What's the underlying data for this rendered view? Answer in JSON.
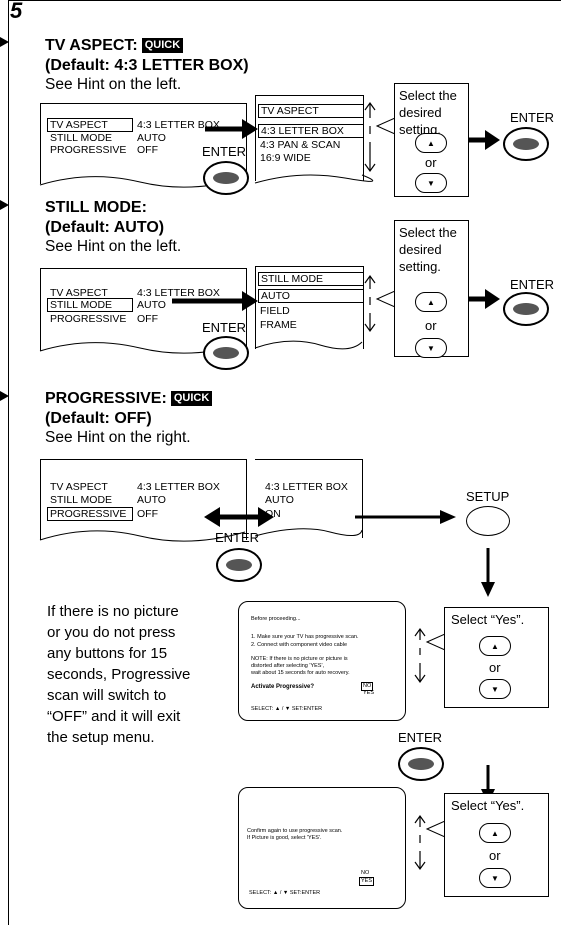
{
  "step_number": "5",
  "quick_badge": "QUICK",
  "enter_label": "ENTER",
  "setup_label": "SETUP",
  "or_label": "or",
  "select_desired": [
    "Select the",
    "desired",
    "setting."
  ],
  "select_yes": "Select “Yes”.",
  "menu": {
    "tv_aspect": "TV ASPECT",
    "still_mode": "STILL MODE",
    "progressive": "PROGRESSIVE",
    "letter_box": "4:3 LETTER BOX",
    "pan_scan": "4:3 PAN & SCAN",
    "wide": "16:9 WIDE",
    "auto": "AUTO",
    "field": "FIELD",
    "frame": "FRAME",
    "off": "OFF",
    "on": "ON"
  },
  "sections": {
    "tv_aspect": {
      "title": "TV ASPECT:",
      "default": "(Default: 4:3 LETTER BOX)",
      "hint": "See Hint on the left."
    },
    "still_mode": {
      "title": "STILL MODE:",
      "default": "(Default: AUTO)",
      "hint": "See Hint on the left."
    },
    "progressive": {
      "title": "PROGRESSIVE:",
      "default": "(Default: OFF)",
      "hint": "See Hint on the right."
    }
  },
  "note_lines": [
    "If there is no picture",
    "or you do not press",
    "any buttons for 15",
    "seconds, Progressive",
    "scan will switch to",
    "“OFF” and it will exit",
    "the setup menu."
  ],
  "screen1": {
    "lines": [
      "Before proceeding...",
      "",
      "1. Make sure your TV has progressive scan.",
      "2. Connect with component video cable",
      "",
      "NOTE:  If there is no picture or picture is",
      "           distorted after selecting 'YES',",
      "           wait about 15 seconds for auto recovery."
    ],
    "question": "Activate Progressive?",
    "opt_no": "NO",
    "opt_yes": "YES",
    "footer": "SELECT: ▲ / ▼       SET:ENTER"
  },
  "screen2": {
    "lines": [
      "Confirm again to use progressive scan.",
      "  If Picture is good, select 'YES'."
    ],
    "opt_no": "NO",
    "opt_yes": "YES",
    "footer": "SELECT: ▲ / ▼     SET:ENTER"
  }
}
